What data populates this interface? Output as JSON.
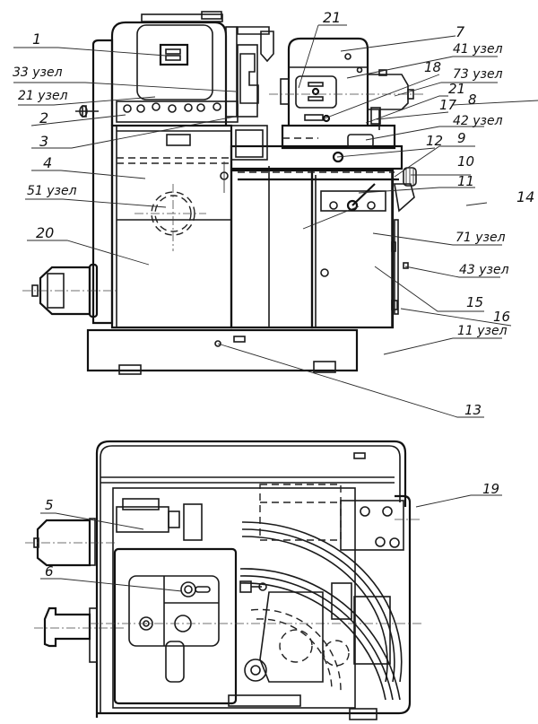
{
  "figure": {
    "description": "Technical drawing of a machine tool: front elevation (top) and plan view (bottom) with numbered callouts",
    "views": [
      "front-view",
      "top-view"
    ]
  },
  "callouts": {
    "c1": "1",
    "c33": "33 узел",
    "c21u": "21 узел",
    "c2": "2",
    "c3": "3",
    "c4": "4",
    "c51": "51 узел",
    "c20": "20",
    "c21top": "21",
    "c7": "7",
    "c41": "41 узел",
    "c18": "18",
    "c73": "73 узел",
    "c21r": "21",
    "c8": "8",
    "c17": "17",
    "c42": "42 узел",
    "c12": "12",
    "c9": "9",
    "c10": "10",
    "c11": "11",
    "c14": "14",
    "c71": "71 узел",
    "c43": "43 узел",
    "c15": "15",
    "c16": "16",
    "c11u": "11 узел",
    "c13": "13",
    "c5": "5",
    "c6": "6",
    "c19": "19"
  }
}
